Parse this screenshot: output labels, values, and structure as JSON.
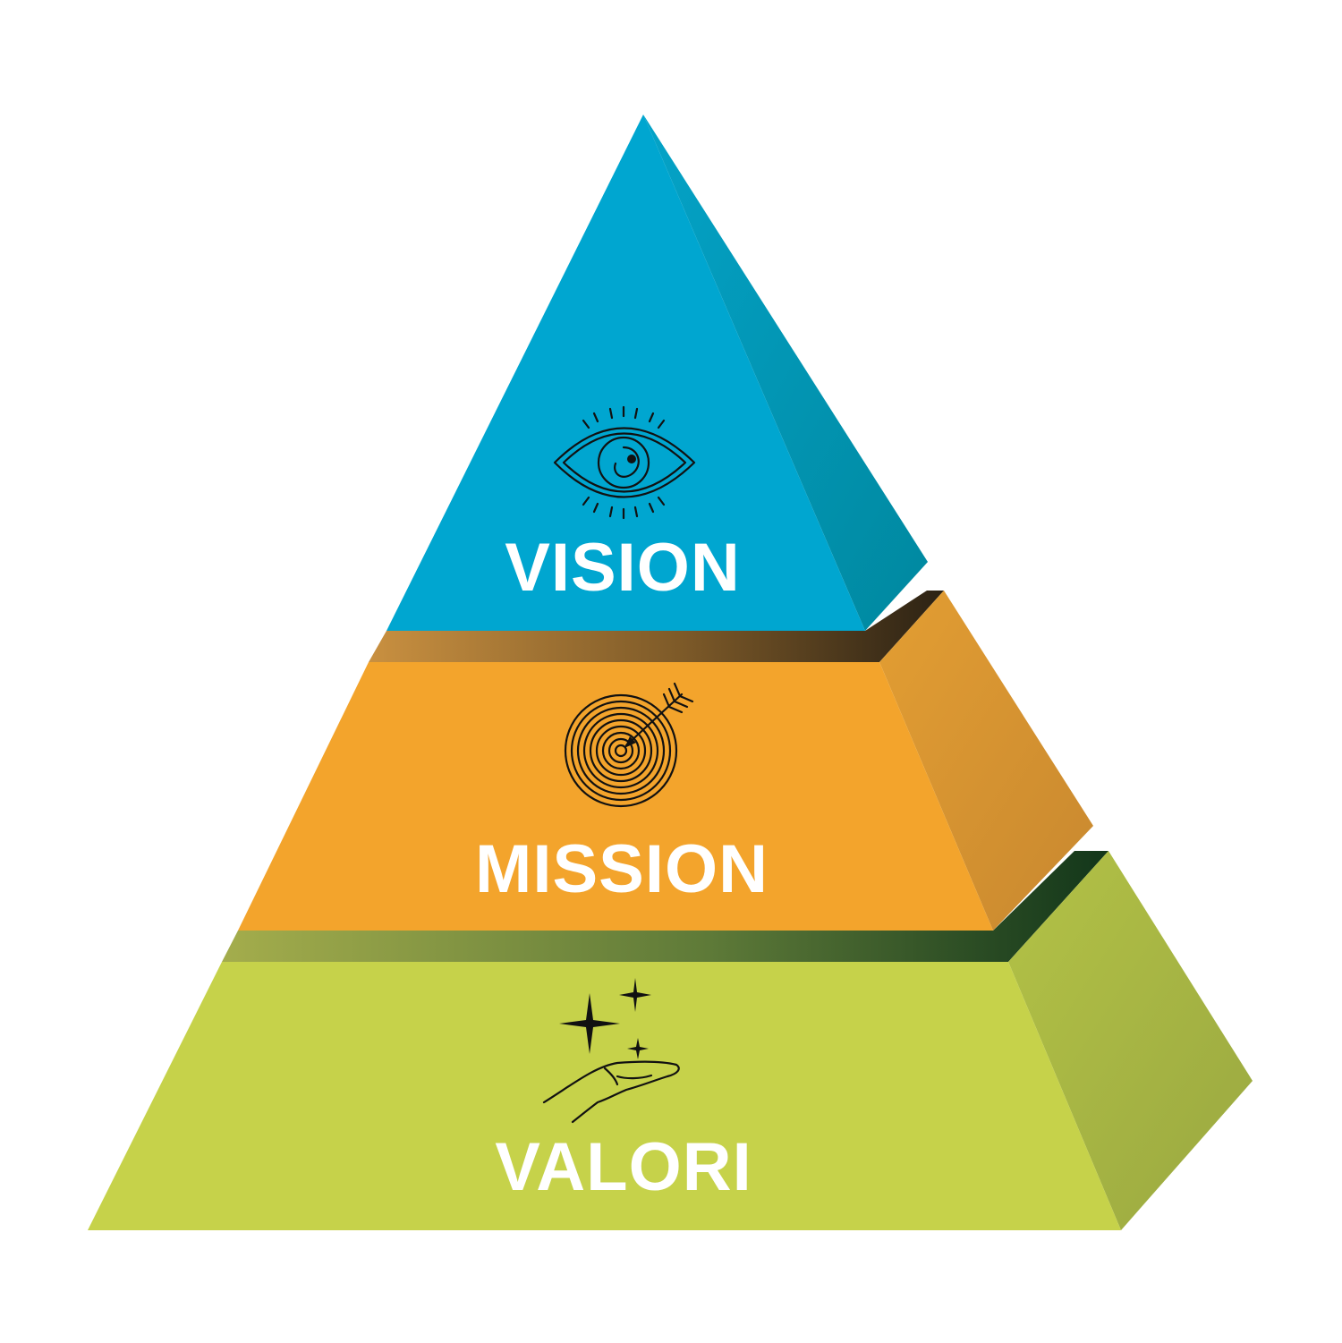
{
  "pyramid": {
    "tiers": [
      {
        "id": "vision",
        "label": "VISION",
        "icon": "eye-icon",
        "colors": {
          "front": "#00a6d0",
          "side": "#0190a8"
        }
      },
      {
        "id": "mission",
        "label": "MISSION",
        "icon": "target-arrow-icon",
        "colors": {
          "front": "#f3a42c",
          "side": "#d38a31",
          "ledge_light": "#c99040",
          "ledge_dark": "#2c2214"
        }
      },
      {
        "id": "valori",
        "label": "VALORI",
        "icon": "hand-stars-icon",
        "colors": {
          "front": "#c6d24a",
          "side": "#a4b242",
          "ledge_light": "#a4ad4c",
          "ledge_dark": "#12361a"
        }
      }
    ]
  }
}
